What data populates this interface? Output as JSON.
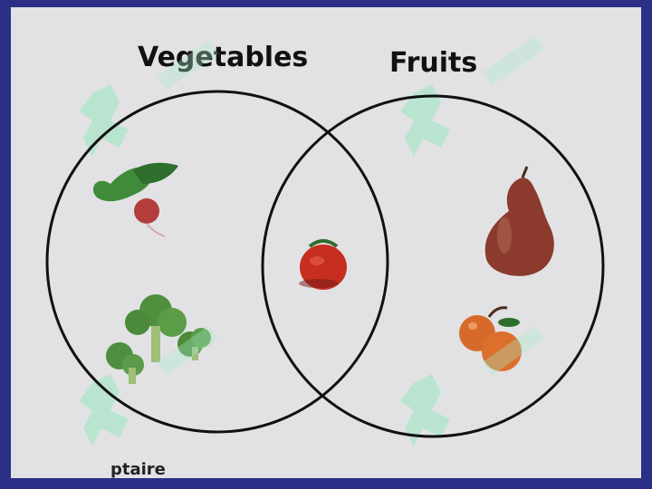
{
  "titles": {
    "left": "Vegetables",
    "right": "Fruits"
  },
  "items": {
    "vegetables": [
      "radish-icon",
      "broccoli-icon"
    ],
    "both": [
      "tomato-icon"
    ],
    "fruits": [
      "pear-icon",
      "oranges-icon"
    ]
  },
  "footer_partial": "ptaire",
  "colors": {
    "frame": "#2b2f86",
    "panel": "#e2e2e4",
    "circle": "#111111",
    "watermark": "#9fe8c3"
  }
}
